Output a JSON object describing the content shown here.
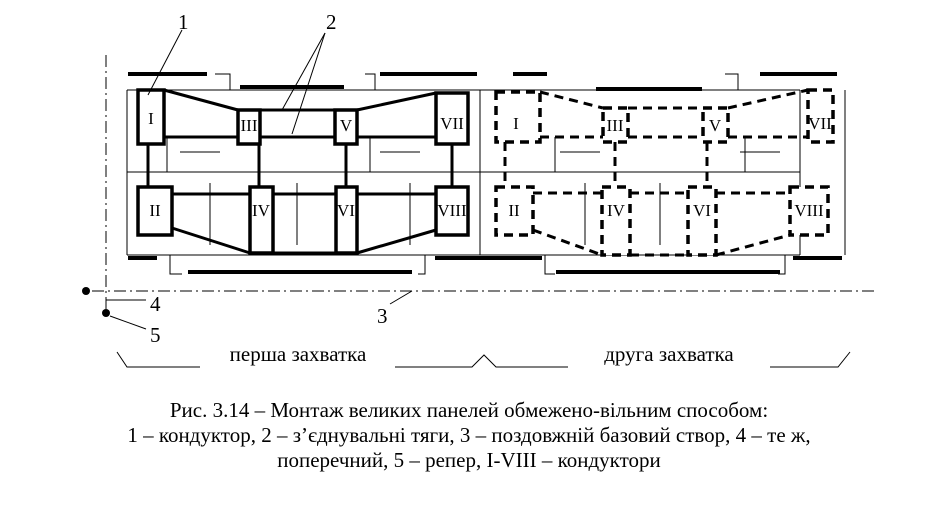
{
  "callouts": {
    "conductor": "1",
    "ties": "2",
    "longitudinal_axis": "3",
    "transverse_axis": "4",
    "benchmark": "5"
  },
  "conductor_labels": [
    "I",
    "II",
    "III",
    "IV",
    "V",
    "VI",
    "VII",
    "VIII"
  ],
  "zones": {
    "first": "перша захватка",
    "second": "друга захватка"
  },
  "caption": {
    "line1": "Рис. 3.14 – Монтаж великих панелей обмежено-вільним способом:",
    "line2": "1 – кондуктор, 2 – з’єднувальні тяги, 3 – поздовжній базовий створ, 4 – те ж,",
    "line3": "поперечний, 5 – репер, I-VIII – кондуктори"
  }
}
